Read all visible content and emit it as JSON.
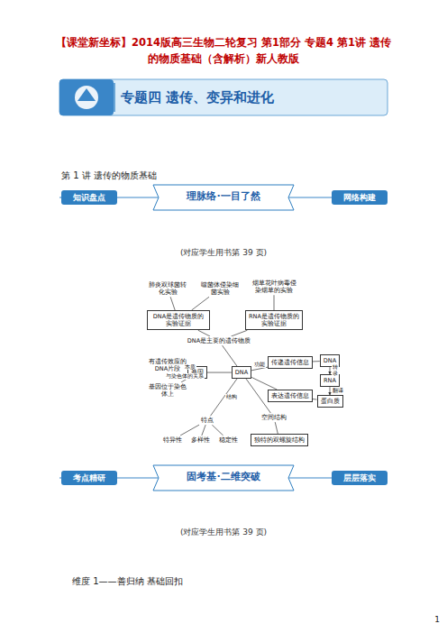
{
  "diagram": {
    "title": "【课堂新坐标】2014版高三生物二轮复习 第1部分 专题4 第1讲 遗传的物质基础（含解析）新人教版",
    "nodes": [
      {
        "text": [
          "肺炎双球菌转化实验"
        ]
      },
      {
        "text": [
          "噬菌体侵染细菌实验"
        ]
      },
      {
        "text": [
          "烟草花叶病毒侵染烟草的实验"
        ]
      },
      {
        "text": [
          "DNA是遗传物质的实验证据"
        ]
      },
      {
        "text": [
          "RNA是遗传物质的实验证据"
        ]
      },
      {
        "text": [
          "DNA是主要的遗传物质"
        ]
      },
      {
        "text": [
          "有遗传效应的DNA片段"
        ]
      },
      {
        "text": [
          "基因"
        ]
      },
      {
        "text": [
          "DNA"
        ]
      },
      {
        "text": [
          "基因位于染色体上"
        ]
      },
      {
        "text": [
          "传递遗传信息"
        ]
      },
      {
        "text": [
          "表达遗传信息"
        ]
      },
      {
        "text": [
          "DNA"
        ]
      },
      {
        "text": [
          "RNA"
        ]
      },
      {
        "text": [
          "蛋白质"
        ]
      },
      {
        "text": [
          "特点"
        ]
      },
      {
        "text": [
          "空间结构"
        ]
      },
      {
        "text": [
          "特异性"
        ]
      },
      {
        "text": [
          "多样性"
        ]
      },
      {
        "text": [
          "稳定性"
        ]
      },
      {
        "text": [
          "独特的双螺旋结构"
        ]
      }
    ],
    "edges": [
      {
        "from": 0,
        "to": 3,
        "arrow": "none"
      },
      {
        "from": 1,
        "to": 3,
        "arrow": "none"
      },
      {
        "from": 2,
        "to": 4,
        "arrow": "none"
      },
      {
        "from": 3,
        "to": 5,
        "arrow": "none"
      },
      {
        "from": 4,
        "to": 5,
        "arrow": "none"
      },
      {
        "from": 5,
        "to": 8,
        "arrow": "none"
      },
      {
        "from": 6,
        "to": 7,
        "label": "本质",
        "arrow": "none"
      },
      {
        "from": 9,
        "to": 7,
        "label": "与染色体的关系",
        "arrow": "none"
      },
      {
        "from": 7,
        "to": 8,
        "arrow": "none"
      },
      {
        "from": 8,
        "to": 10,
        "label": "功能",
        "arrow": "none"
      },
      {
        "from": 8,
        "to": 11,
        "arrow": "none"
      },
      {
        "from": 10,
        "to": 12,
        "arrow": "none"
      },
      {
        "from": 11,
        "to": 14,
        "arrow": "none"
      },
      {
        "from": 12,
        "to": 13,
        "label": "转录",
        "arrow": "to"
      },
      {
        "from": 13,
        "to": 14,
        "label": "翻译",
        "arrow": "to"
      },
      {
        "from": 8,
        "to": 15,
        "label": "结构",
        "arrow": "none"
      },
      {
        "from": 8,
        "to": 16,
        "arrow": "none"
      },
      {
        "from": 15,
        "to": 17,
        "arrow": "none"
      },
      {
        "from": 15,
        "to": 18,
        "arrow": "none"
      },
      {
        "from": 15,
        "to": 19,
        "arrow": "none"
      },
      {
        "from": 16,
        "to": 20,
        "arrow": "none"
      }
    ],
    "labels": [
      "专题四 遗传、变异和进化",
      "第 1 讲 遗传的物质基础",
      "理脉络·一目了然",
      "知识盘点",
      "网络构建",
      "(对应学生用书第 39 页)",
      "固考基·二维突破",
      "考点精研",
      "层层落实",
      "(对应学生用书第 39 页)",
      "维度 1——善归纳 基础回扣",
      "1"
    ]
  }
}
